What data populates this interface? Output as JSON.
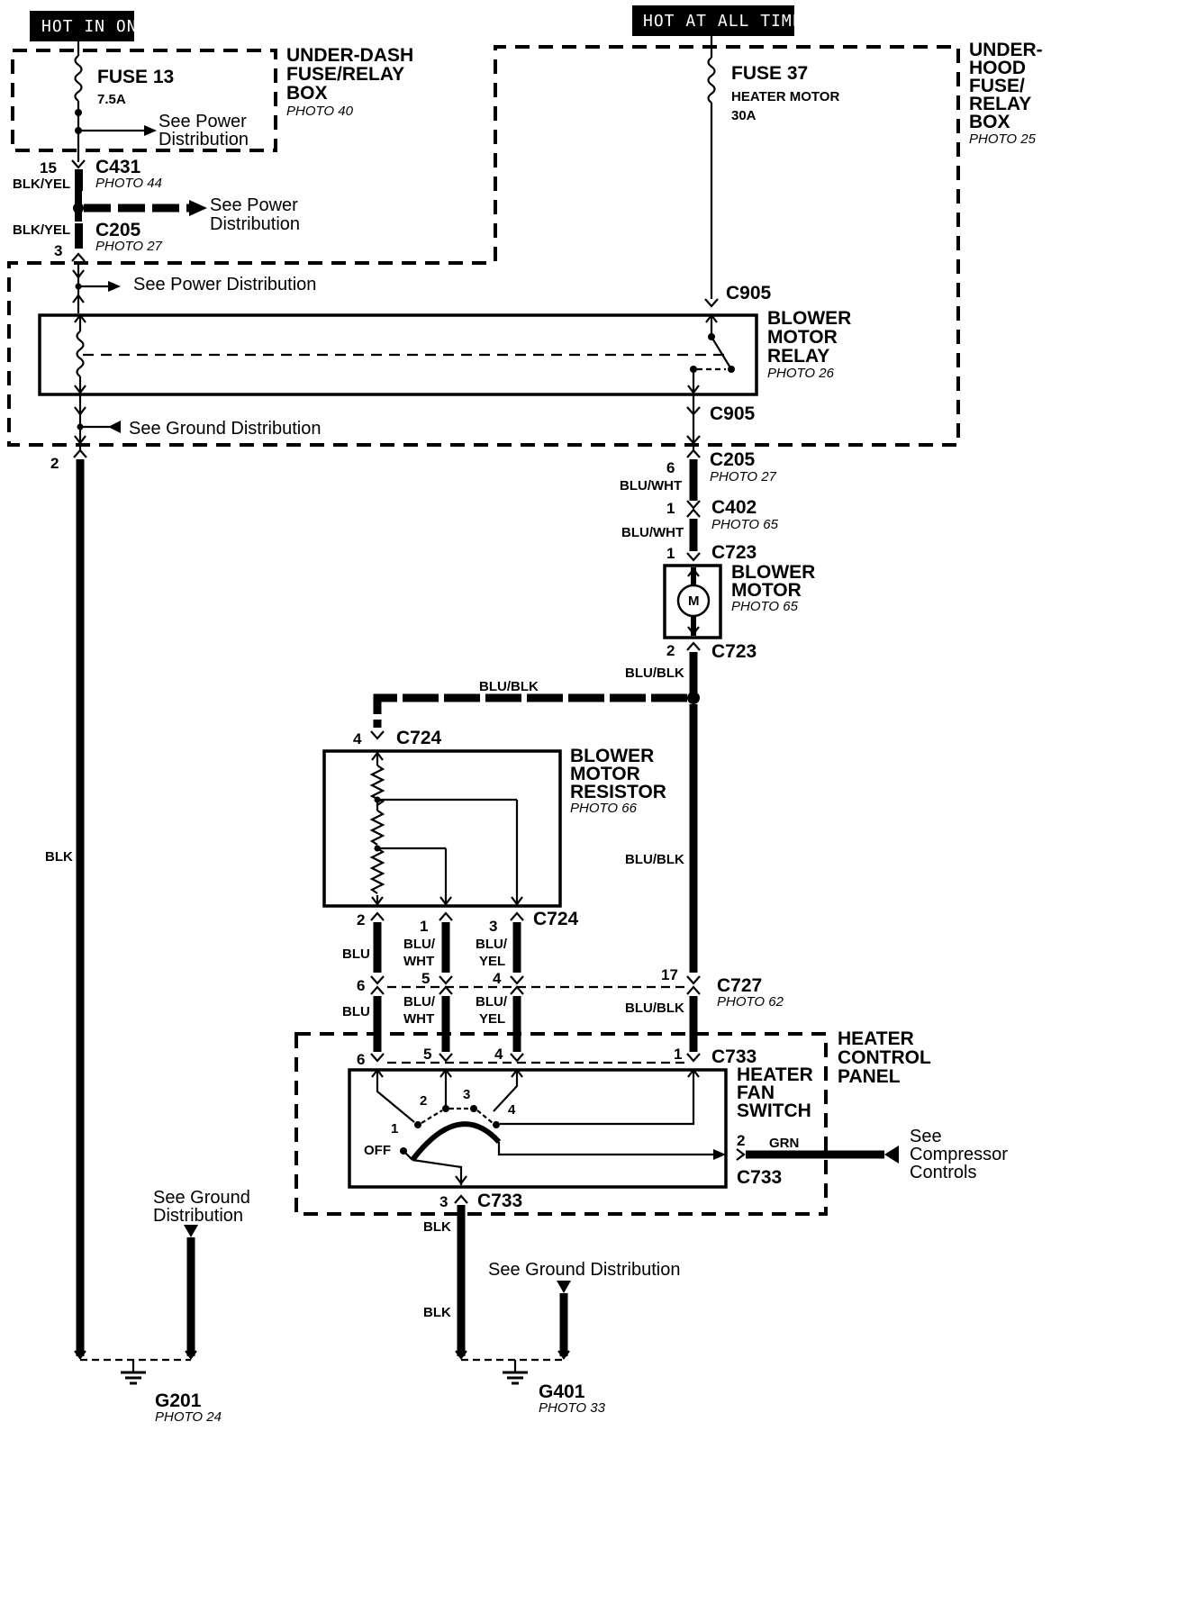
{
  "headers": {
    "hot_in_on": "HOT IN ON",
    "hot_at_all_times": "HOT AT ALL TIMES"
  },
  "under_dash": {
    "title_1": "UNDER-DASH",
    "title_2": "FUSE/RELAY",
    "title_3": "BOX",
    "photo": "PHOTO 40",
    "fuse_name": "FUSE 13",
    "fuse_rating": "7.5A",
    "see_1": "See Power",
    "see_2": "Distribution"
  },
  "under_hood": {
    "title_1": "UNDER-",
    "title_2": "HOOD",
    "title_3": "FUSE/",
    "title_4": "RELAY",
    "title_5": "BOX",
    "photo": "PHOTO 25",
    "fuse_name": "FUSE 37",
    "fuse_desc": "HEATER MOTOR",
    "fuse_rating": "30A"
  },
  "c431": {
    "pin": "15",
    "wire": "BLK/YEL",
    "name": "C431",
    "photo": "PHOTO 44"
  },
  "splice_see": {
    "line_1": "See Power",
    "line_2": "Distribution"
  },
  "c205_left": {
    "pin": "3",
    "wire": "BLK/YEL",
    "name": "C205",
    "photo": "PHOTO 27"
  },
  "see_power_dist": "See Power Distribution",
  "see_ground_dist": "See Ground Distribution",
  "relay": {
    "c905_top": "C905",
    "c905_bottom": "C905",
    "title_1": "BLOWER",
    "title_2": "MOTOR",
    "title_3": "RELAY",
    "photo": "PHOTO 26"
  },
  "left_pin": "2",
  "left_wire": "BLK",
  "c205_right": {
    "pin": "6",
    "wire": "BLU/WHT",
    "name": "C205",
    "photo": "PHOTO 27"
  },
  "c402": {
    "pin": "1",
    "wire": "BLU/WHT",
    "name": "C402",
    "photo": "PHOTO 65"
  },
  "c723": {
    "pin_top": "1",
    "pin_bottom": "2",
    "name": "C723",
    "wire_out": "BLU/BLK"
  },
  "blower_motor": {
    "title_1": "BLOWER",
    "title_2": "MOTOR",
    "photo": "PHOTO 65",
    "symbol": "M"
  },
  "blu_blk_top": "BLU/BLK",
  "blu_blk_mid": "BLU/BLK",
  "c724": {
    "pin_top": "4",
    "name": "C724",
    "pin_a": "2",
    "pin_b": "1",
    "pin_c": "3"
  },
  "resistor": {
    "title_1": "BLOWER",
    "title_2": "MOTOR",
    "title_3": "RESISTOR",
    "photo": "PHOTO 66"
  },
  "wires_upper": {
    "a": "BLU",
    "b_1": "BLU/",
    "b_2": "WHT",
    "c_1": "BLU/",
    "c_2": "YEL"
  },
  "c727": {
    "name": "C727",
    "photo": "PHOTO 62",
    "pin_a": "6",
    "pin_b": "5",
    "pin_c": "4",
    "pin_d": "17"
  },
  "wires_lower": {
    "a": "BLU",
    "b_1": "BLU/",
    "b_2": "WHT",
    "c_1": "BLU/",
    "c_2": "YEL",
    "d": "BLU/BLK"
  },
  "c733": {
    "name": "C733",
    "pin_a": "6",
    "pin_b": "5",
    "pin_c": "4",
    "pin_d": "1",
    "pin_grn": "2",
    "pin_gnd": "3"
  },
  "heater_panel": {
    "title_1": "HEATER",
    "title_2": "CONTROL",
    "title_3": "PANEL"
  },
  "fan_switch": {
    "title_1": "HEATER",
    "title_2": "FAN",
    "title_3": "SWITCH",
    "pos_off": "OFF",
    "pos_1": "1",
    "pos_2": "2",
    "pos_3": "3",
    "pos_4": "4"
  },
  "grn": {
    "wire": "GRN",
    "see_1": "See",
    "see_2": "Compressor",
    "see_3": "Controls"
  },
  "ground_left": {
    "see_1": "See Ground",
    "see_2": "Distribution",
    "name": "G201",
    "photo": "PHOTO 24"
  },
  "ground_right": {
    "see": "See Ground Distribution",
    "wire_a": "BLK",
    "wire_b": "BLK",
    "name": "G401",
    "photo": "PHOTO 33"
  }
}
